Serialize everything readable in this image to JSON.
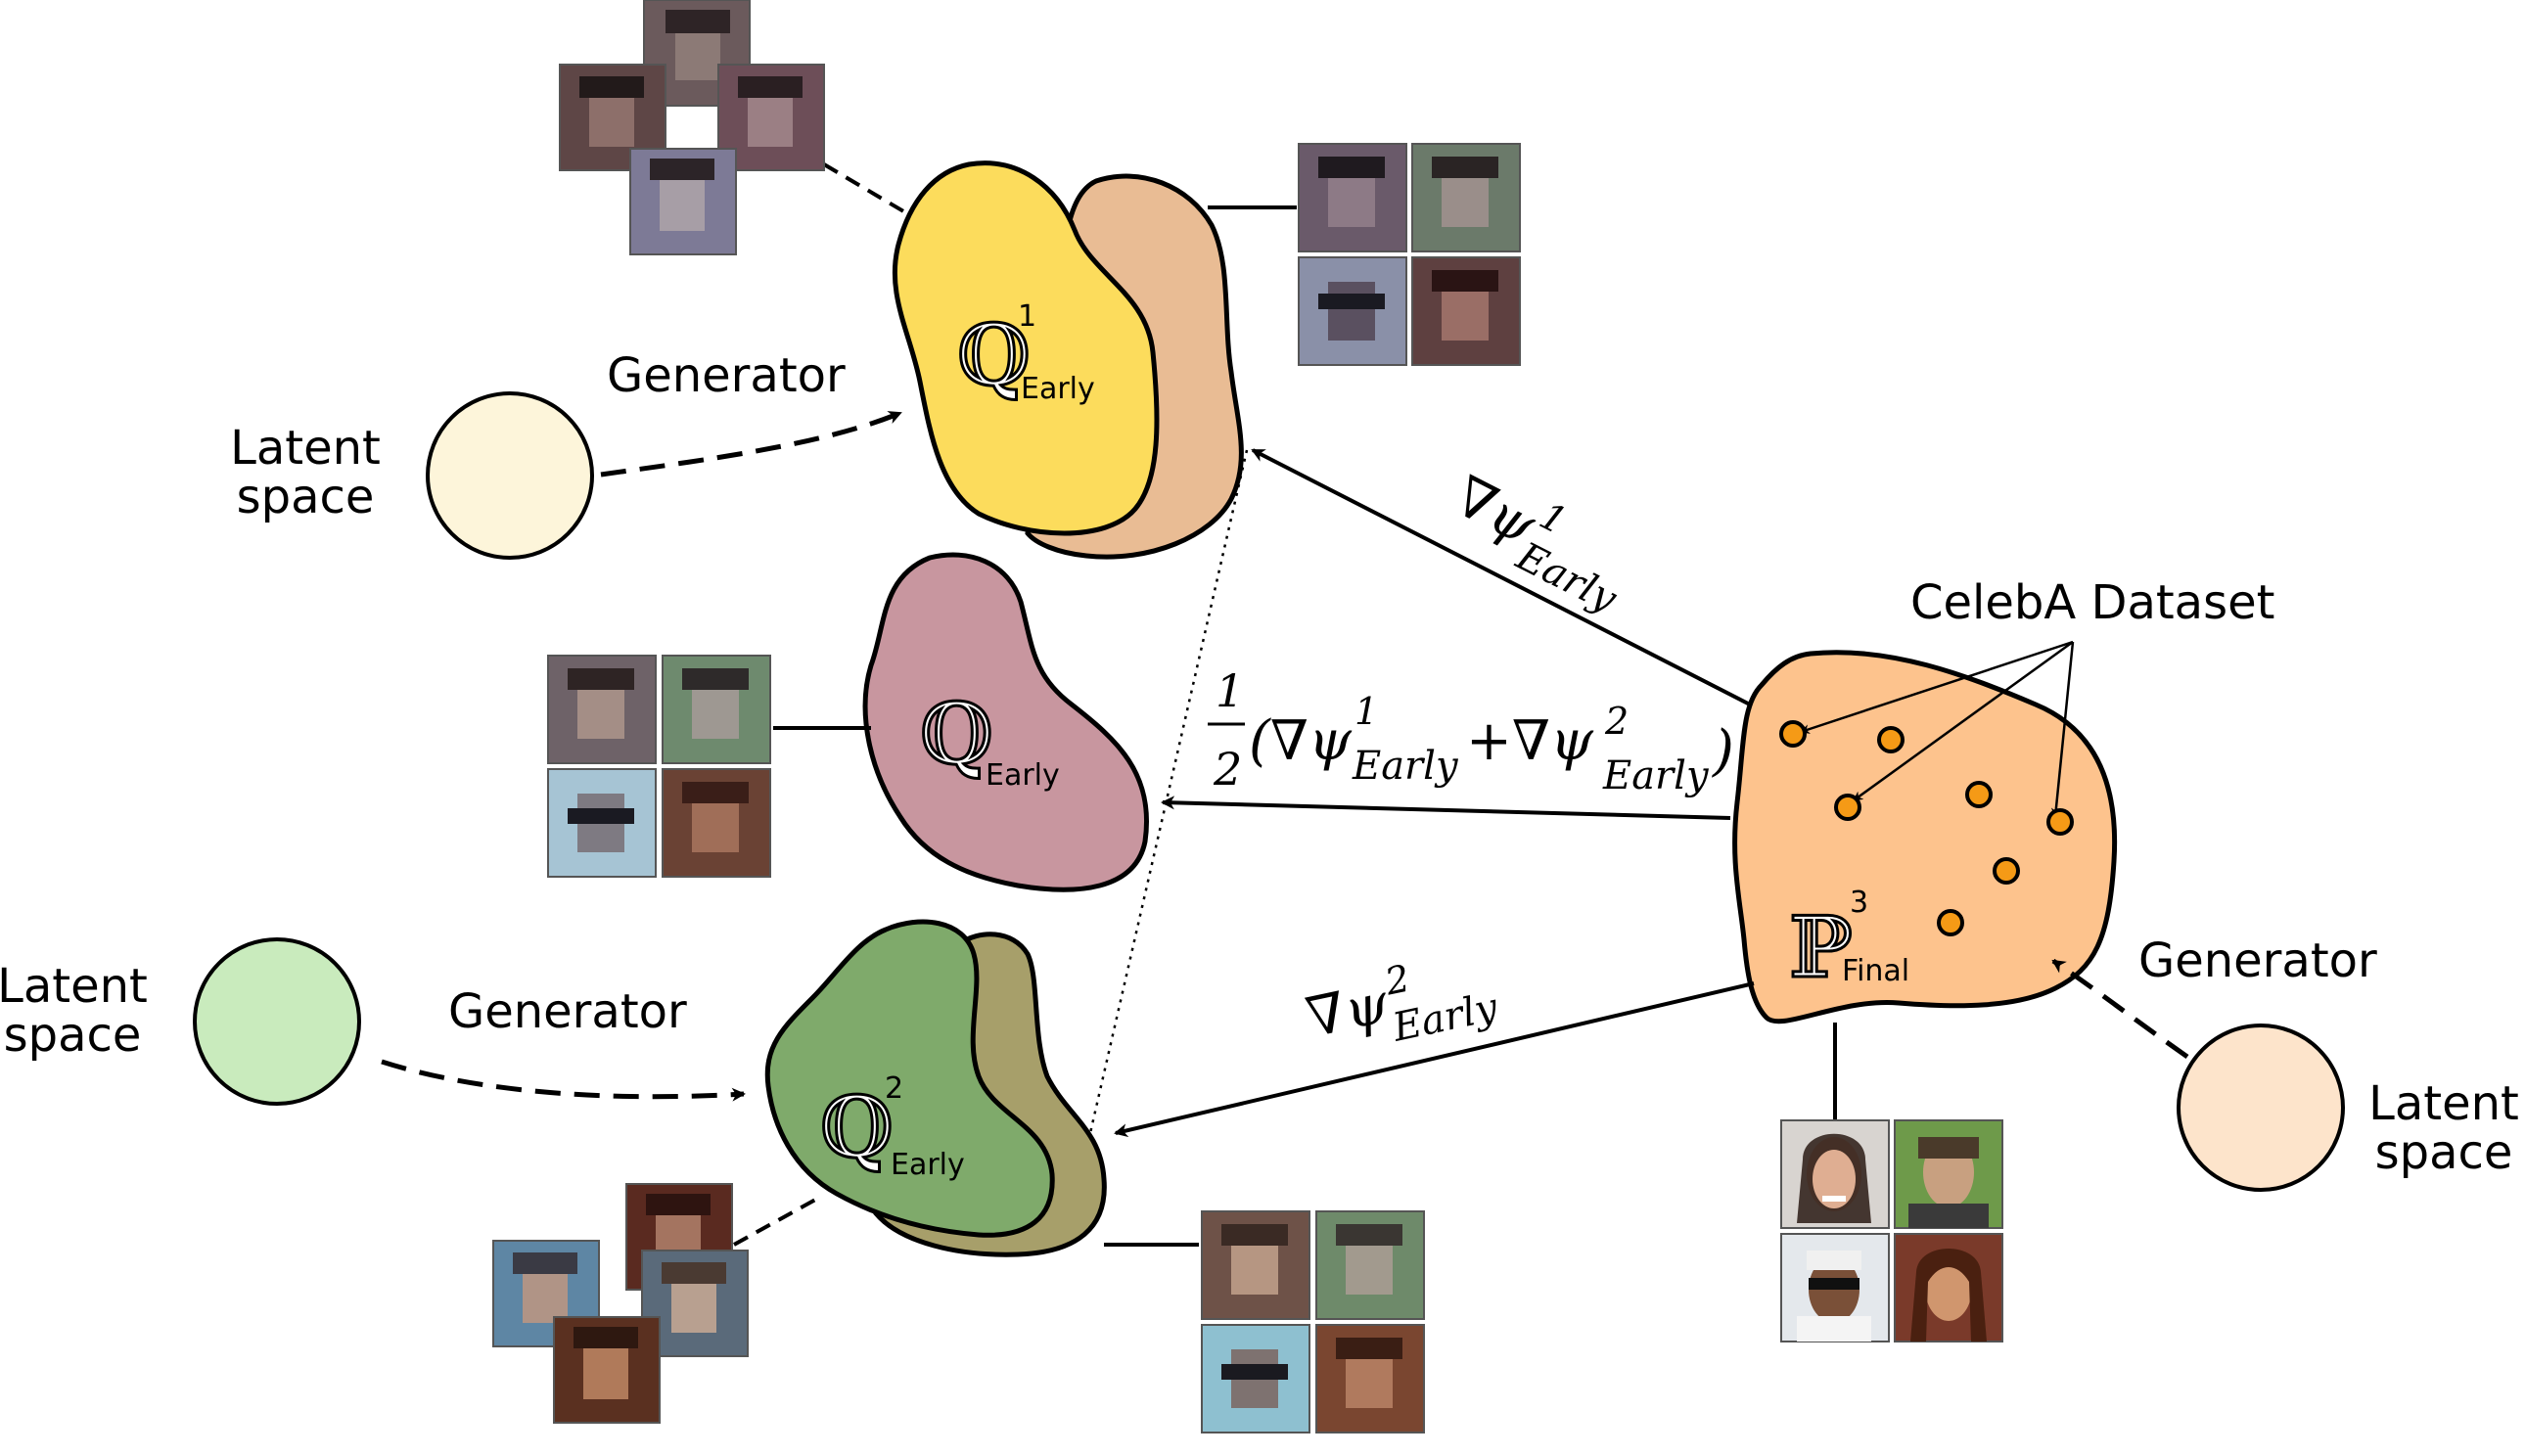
{
  "labels": {
    "generator_top": "Generator",
    "generator_bottom": "Generator",
    "generator_right": "Generator",
    "latent_top_1": "Latent",
    "latent_top_2": "space",
    "latent_bottom_1": "Latent",
    "latent_bottom_2": "space",
    "latent_right_1": "Latent",
    "latent_right_2": "space",
    "dataset": "CelebA Dataset"
  },
  "distributions": {
    "q1": {
      "symbol": "ℚ",
      "sup": "1",
      "sub": "Early"
    },
    "q": {
      "symbol": "ℚ",
      "sub": "Early"
    },
    "q2": {
      "symbol": "ℚ",
      "sup": "2",
      "sub": "Early"
    },
    "p": {
      "symbol": "ℙ",
      "sup": "3",
      "sub": "Final"
    }
  },
  "arrows": {
    "grad1": {
      "op": "∇ψ",
      "sup": "1",
      "sub": "Early"
    },
    "grad2": {
      "op": "∇ψ",
      "sup": "2",
      "sub": "Early"
    },
    "avg": {
      "num": "1",
      "den": "2",
      "open": "(∇ψ",
      "sup1": "1",
      "sub1": "Early",
      "plus": "+∇ψ",
      "sup2": "2",
      "sub2": "Early",
      "close": ")"
    }
  },
  "colors": {
    "q1_front": "#fcdc5c",
    "q1_back": "#e9bc94",
    "q_mid": "#c8969f",
    "q2_front": "#7faa6b",
    "q2_back": "#a79f6a",
    "p_final": "#fdc38d",
    "latent_top": "#fdf5da",
    "latent_bottom": "#c9ebbd",
    "latent_right": "#fde4cb",
    "dataset_point": "#f59a16"
  }
}
